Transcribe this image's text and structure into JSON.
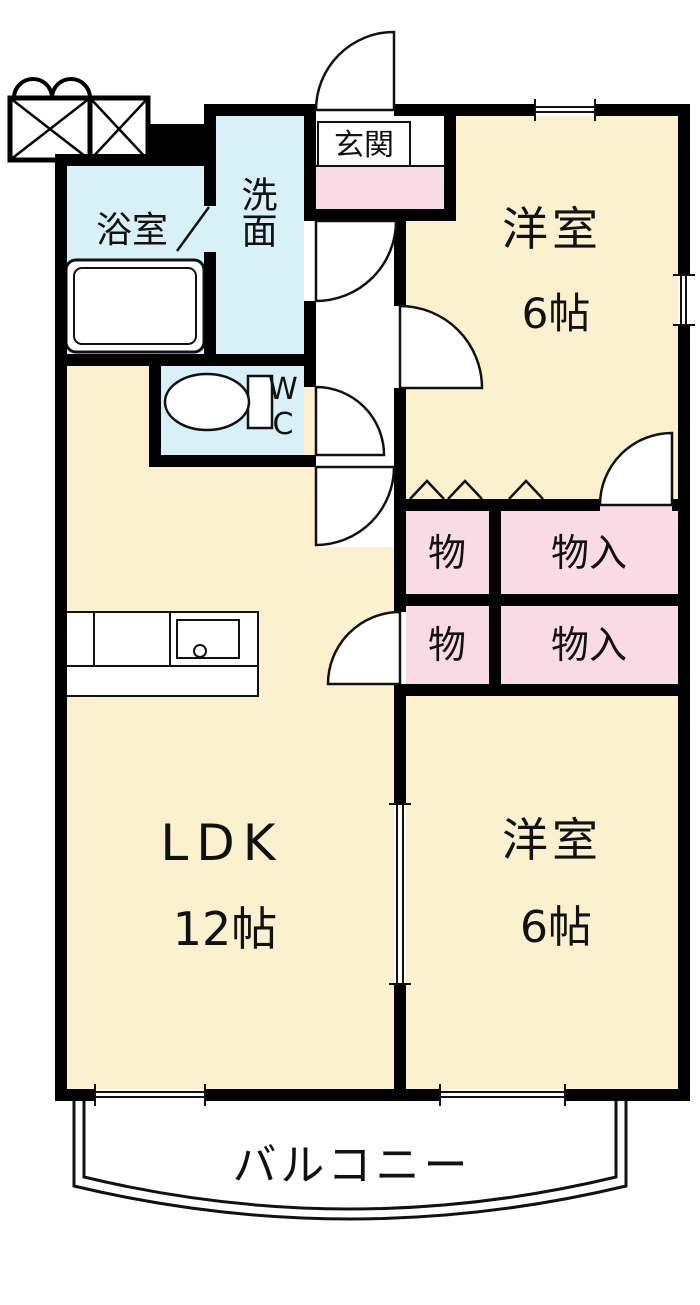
{
  "colors": {
    "wall": "#000000",
    "cream": "#FBF1CF",
    "blue": "#D8F0F8",
    "pink": "#F9DBE6",
    "white": "#FFFFFF",
    "line": "#111111"
  },
  "rooms": {
    "genkan": {
      "label": "玄関"
    },
    "bathroom": {
      "label": "浴室"
    },
    "washroom": {
      "label": "洗面"
    },
    "wc": {
      "label": "WC"
    },
    "bedroom_top": {
      "label": "洋室",
      "size": "6帖"
    },
    "closet_r1_left": {
      "label": "物"
    },
    "closet_r1_right": {
      "label": "物入"
    },
    "closet_r2_left": {
      "label": "物"
    },
    "closet_r2_right": {
      "label": "物入"
    },
    "ldk": {
      "label": "LDK",
      "size": "12帖"
    },
    "bedroom_bottom": {
      "label": "洋室",
      "size": "6帖"
    },
    "balcony": {
      "label": "バルコニー"
    }
  }
}
